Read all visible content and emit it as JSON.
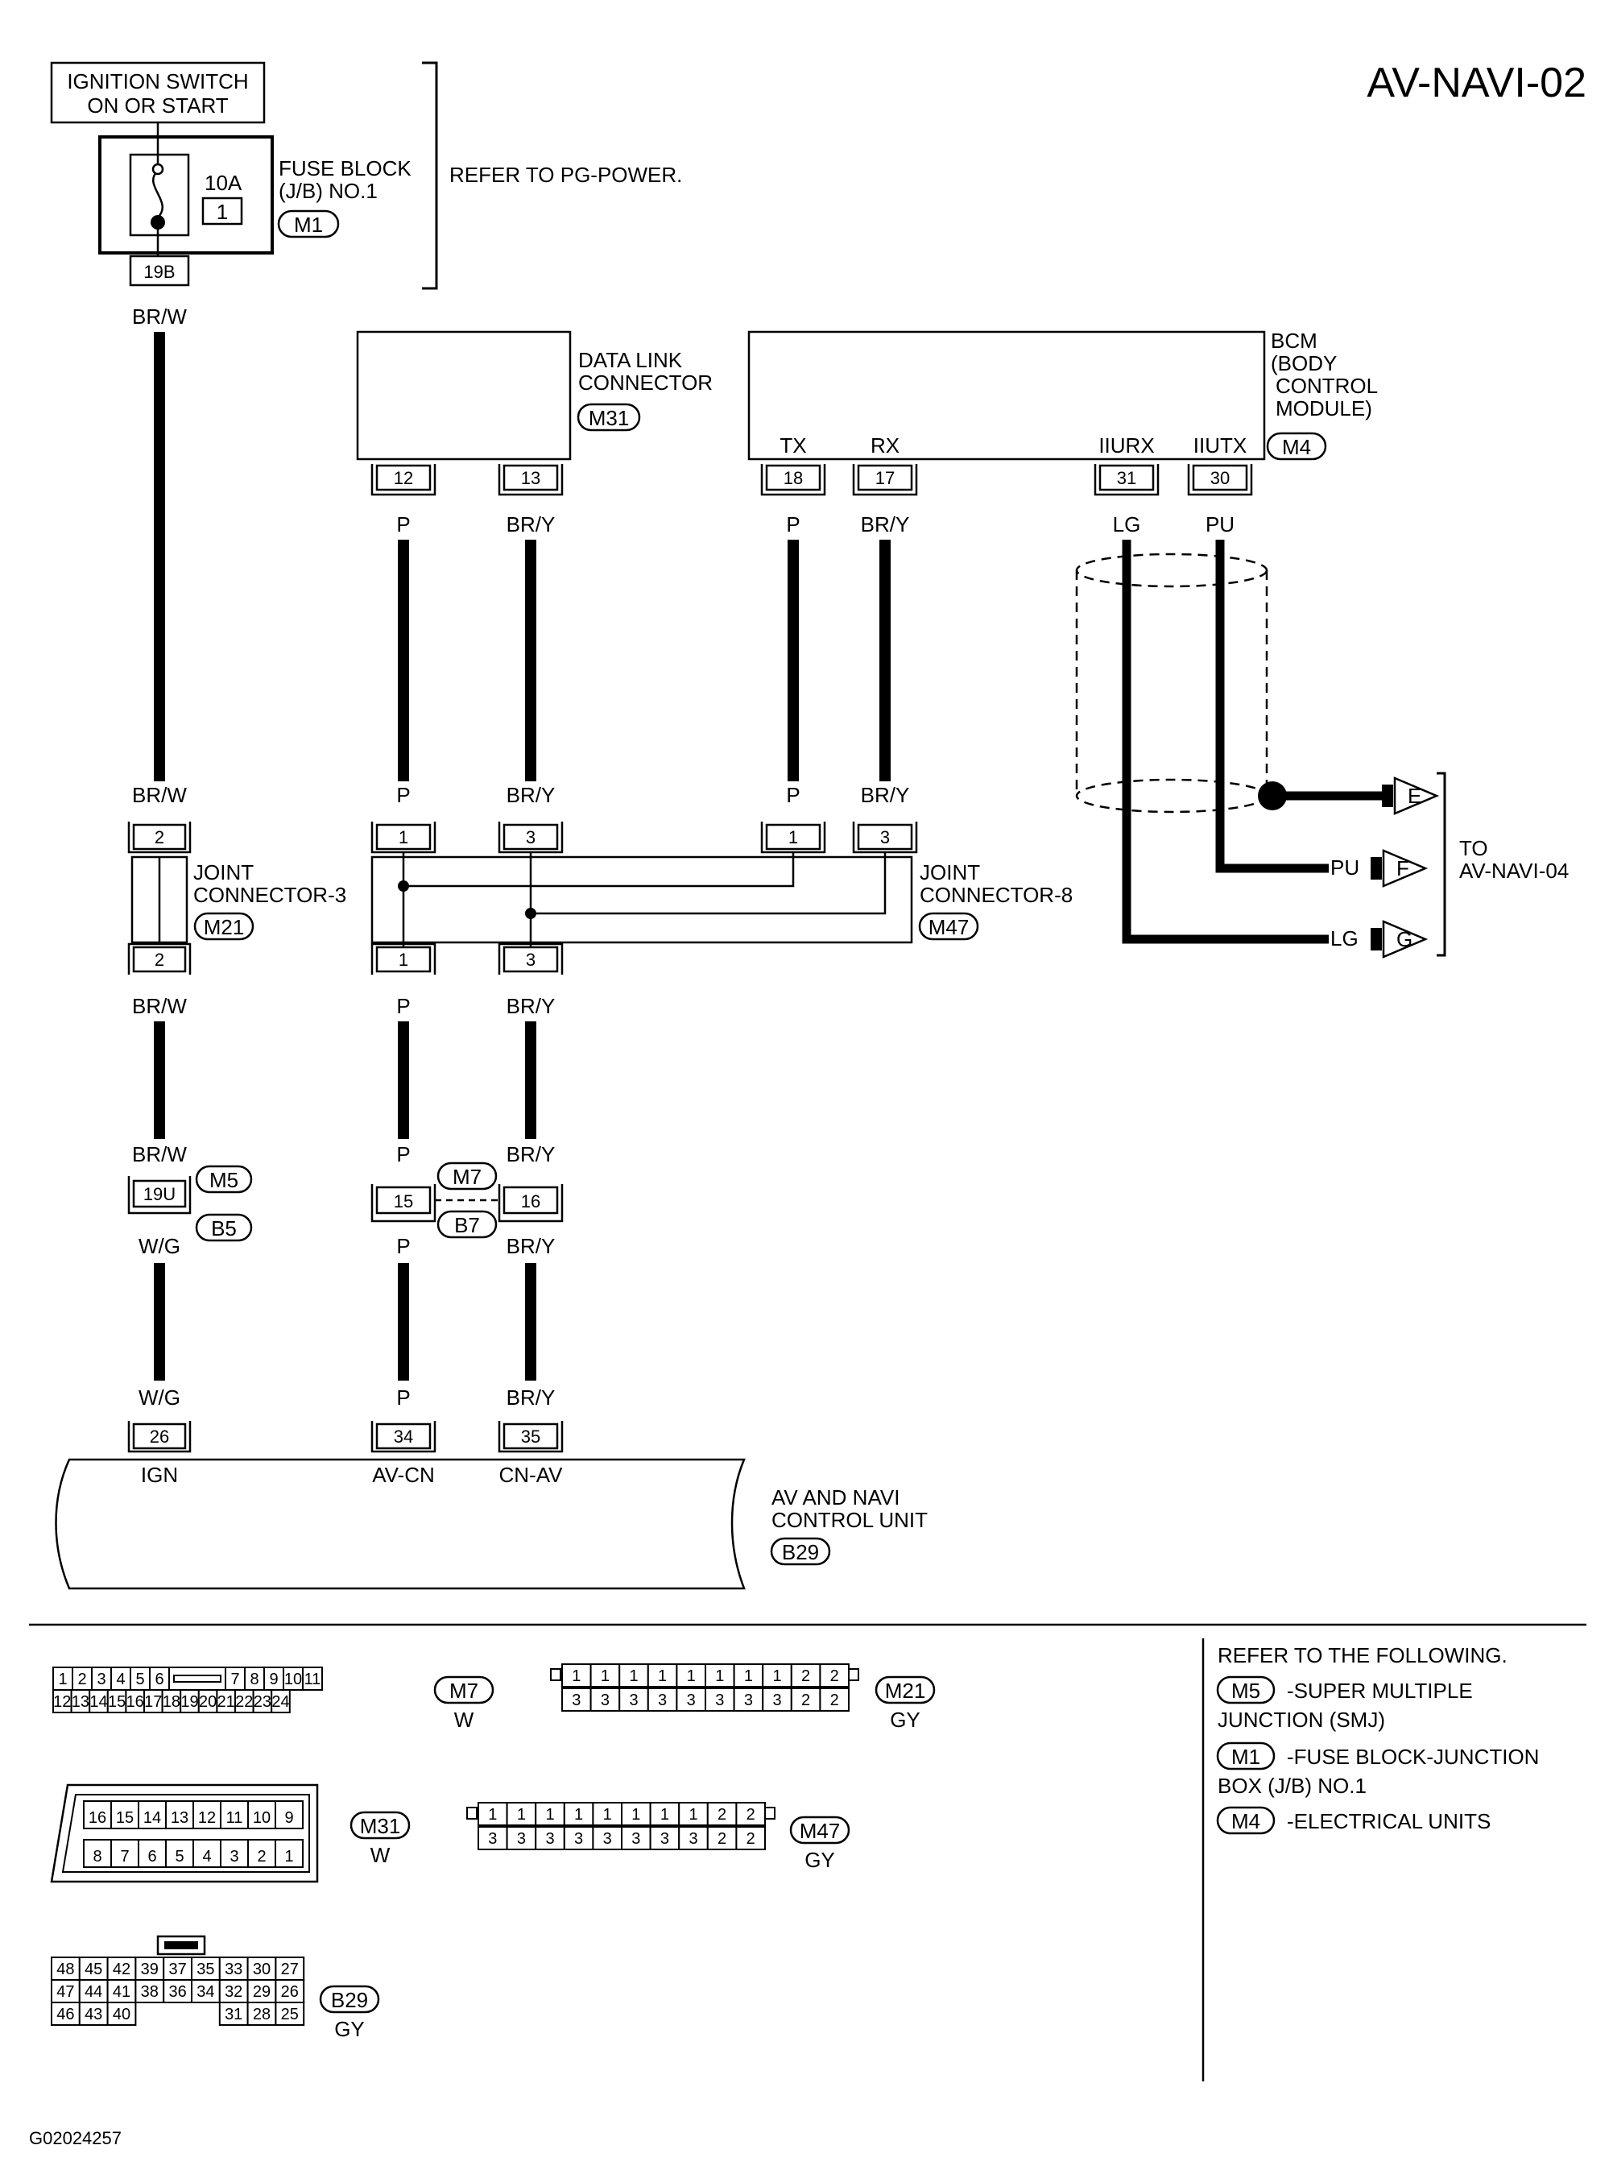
{
  "title": "AV-NAVI-02",
  "diagram_code": "G02024257",
  "power": {
    "ignition": [
      "IGNITION SWITCH",
      "ON OR START"
    ],
    "fuse_block": [
      "FUSE BLOCK",
      "(J/B) NO.1"
    ],
    "fuse_block_conn": "M1",
    "fuse_amp": "10A",
    "fuse_num": "1",
    "fuse_terminal": "19B",
    "refer": "REFER TO PG-POWER."
  },
  "dlc": {
    "label": [
      "DATA LINK",
      "CONNECTOR"
    ],
    "conn": "M31",
    "pins": [
      "12",
      "13"
    ]
  },
  "bcm": {
    "label": [
      "BCM",
      "(BODY",
      "CONTROL",
      "MODULE)"
    ],
    "conn": "M4",
    "pin_labels": [
      "TX",
      "RX",
      "IIURX",
      "IIUTX"
    ],
    "pins": [
      "18",
      "17",
      "31",
      "30"
    ]
  },
  "wires": {
    "brw": "BR/W",
    "p": "P",
    "bry": "BR/Y",
    "lg": "LG",
    "pu": "PU",
    "wg": "W/G"
  },
  "joint3": {
    "label": [
      "JOINT",
      "CONNECTOR-3"
    ],
    "conn": "M21",
    "pin": "2"
  },
  "joint8": {
    "label": [
      "JOINT",
      "CONNECTOR-8"
    ],
    "conn": "M47",
    "pins": [
      "1",
      "3"
    ]
  },
  "to_ref": {
    "to": "TO",
    "page": "AV-NAVI-04",
    "letters": [
      "E",
      "F",
      "G"
    ]
  },
  "smj": {
    "m5": "M5",
    "b5": "B5",
    "t19u": "19U",
    "m7": "M7",
    "b7": "B7",
    "t15": "15",
    "t16": "16"
  },
  "unit": {
    "label": [
      "AV AND NAVI",
      "CONTROL UNIT"
    ],
    "conn": "B29",
    "pins": [
      "26",
      "34",
      "35"
    ],
    "pin_labels": [
      "IGN",
      "AV-CN",
      "CN-AV"
    ]
  },
  "legend": {
    "heading": "REFER TO THE FOLLOWING.",
    "items": [
      {
        "code": "M5",
        "text": [
          "-SUPER MULTIPLE",
          "JUNCTION (SMJ)"
        ]
      },
      {
        "code": "M1",
        "text": [
          "-FUSE BLOCK-JUNCTION",
          "BOX (J/B) NO.1"
        ]
      },
      {
        "code": "M4",
        "text": [
          "-ELECTRICAL UNITS"
        ]
      }
    ]
  },
  "faces": {
    "m7": {
      "code": "M7",
      "color": "W",
      "row1": [
        "1",
        "2",
        "3",
        "4",
        "5",
        "6",
        "",
        "7",
        "8",
        "9",
        "10",
        "11"
      ],
      "row2": [
        "12",
        "13",
        "14",
        "15",
        "16",
        "17",
        "18",
        "19",
        "20",
        "21",
        "22",
        "23",
        "24"
      ]
    },
    "m21": {
      "code": "M21",
      "color": "GY",
      "row1": [
        "1",
        "1",
        "1",
        "1",
        "1",
        "1",
        "1",
        "1",
        "2",
        "2"
      ],
      "row2": [
        "3",
        "3",
        "3",
        "3",
        "3",
        "3",
        "3",
        "3",
        "2",
        "2"
      ]
    },
    "m31": {
      "code": "M31",
      "color": "W",
      "row1": [
        "16",
        "15",
        "14",
        "13",
        "12",
        "11",
        "10",
        "9"
      ],
      "row2": [
        "8",
        "7",
        "6",
        "5",
        "4",
        "3",
        "2",
        "1"
      ]
    },
    "m47": {
      "code": "M47",
      "color": "GY",
      "row1": [
        "1",
        "1",
        "1",
        "1",
        "1",
        "1",
        "1",
        "1",
        "2",
        "2"
      ],
      "row2": [
        "3",
        "3",
        "3",
        "3",
        "3",
        "3",
        "3",
        "3",
        "2",
        "2"
      ]
    },
    "b29": {
      "code": "B29",
      "color": "GY",
      "row1": [
        "48",
        "45",
        "42",
        "39",
        "37",
        "35",
        "33",
        "30",
        "27"
      ],
      "row2": [
        "47",
        "44",
        "41",
        "38",
        "36",
        "34",
        "32",
        "29",
        "26"
      ],
      "row3": [
        "46",
        "43",
        "40",
        "31",
        "28",
        "25"
      ]
    }
  }
}
